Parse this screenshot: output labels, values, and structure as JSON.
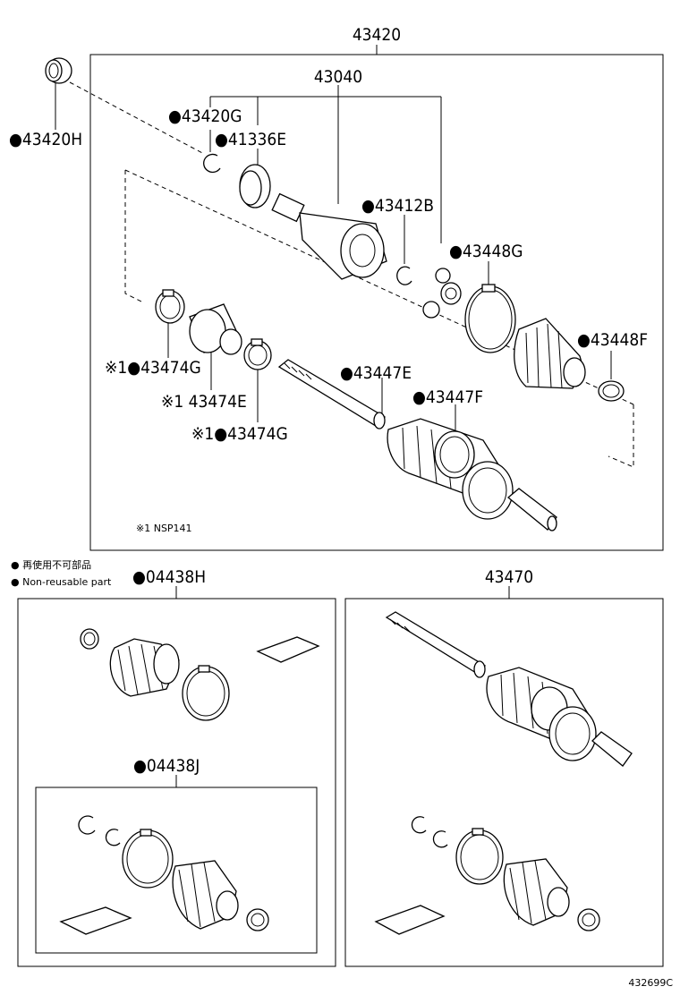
{
  "labels": {
    "l43420": "43420",
    "l43040": "43040",
    "l43420H": "●43420H",
    "l43420G": "●43420G",
    "l41336E": "●41336E",
    "l43412B": "●43412B",
    "l43448G": "●43448G",
    "l43448F": "●43448F",
    "l43474G_1": "※1●43474G",
    "l43474E": "※1 43474E",
    "l43474G_2": "※1●43474G",
    "l43447E": "●43447E",
    "l43447F": "●43447F",
    "l04438H": "●04438H",
    "l04438J": "●04438J",
    "l43470": "43470"
  },
  "notes": {
    "nsp": "※1 NSP141",
    "legend_jp": "● 再使用不可部品",
    "legend_en": "● Non-reusable part",
    "code": "432699C"
  }
}
